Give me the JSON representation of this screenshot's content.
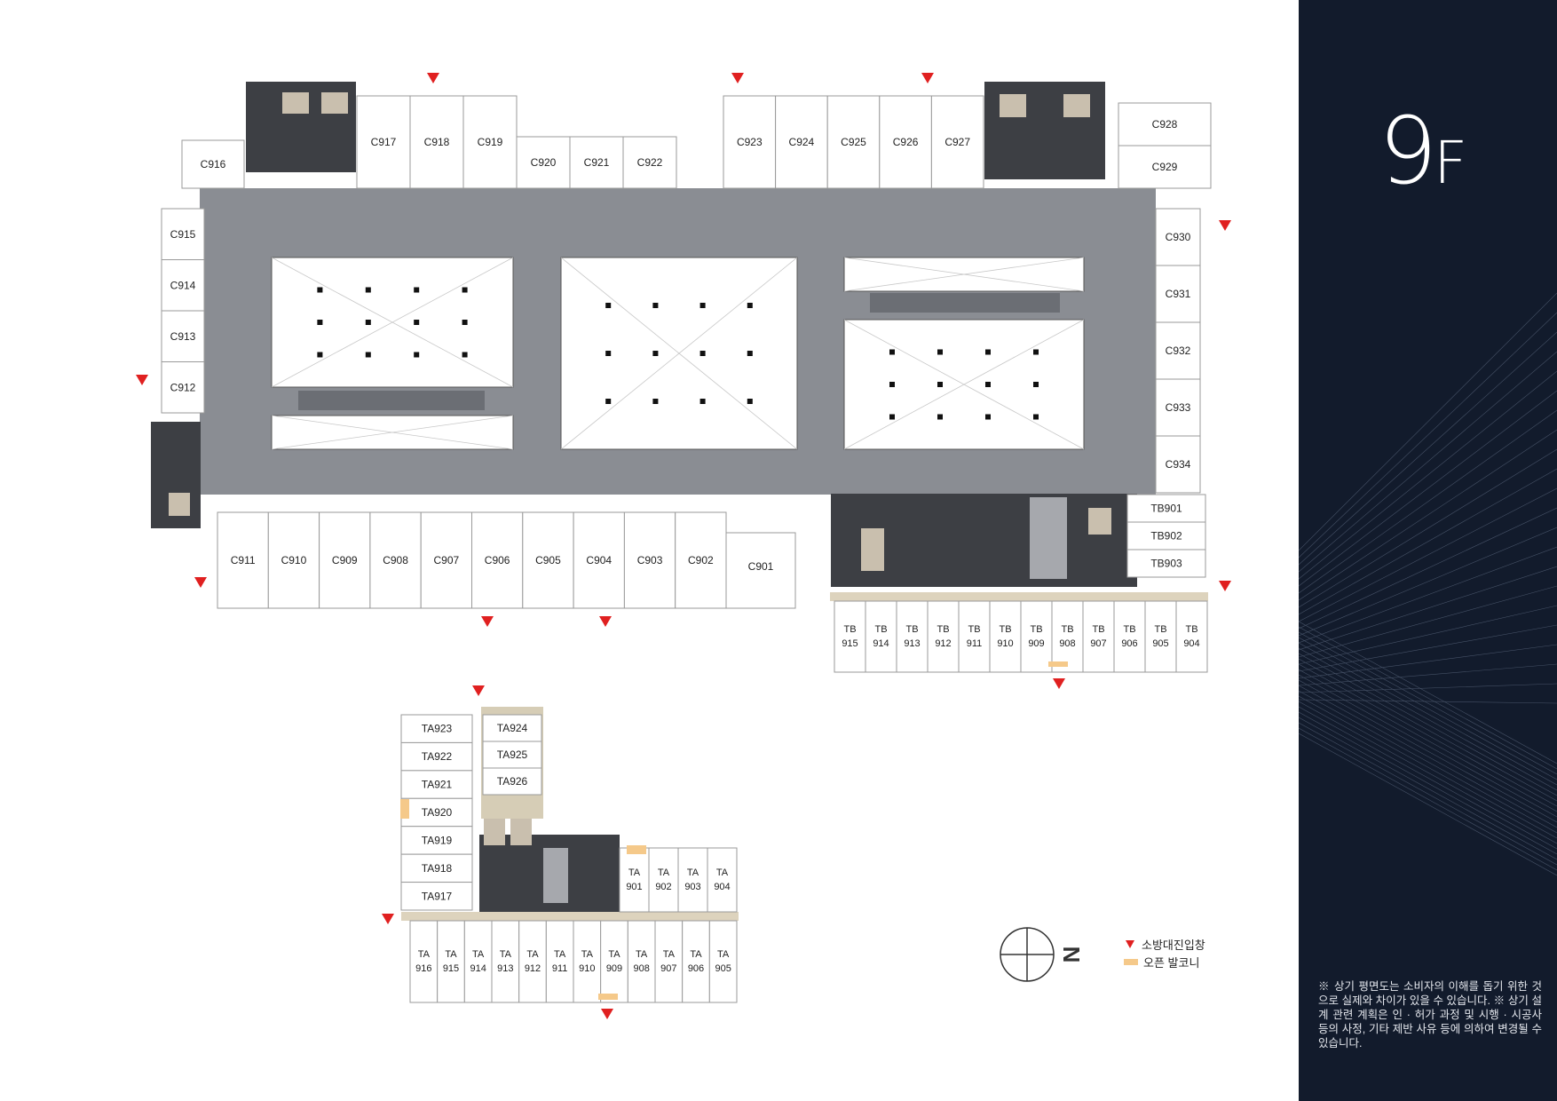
{
  "floor": {
    "number": "9",
    "suffix": "F"
  },
  "legend": {
    "fire_entry_window": "소방대진입창",
    "open_balcony": "오픈 발코니"
  },
  "disclaimer": "※ 상기 평면도는 소비자의 이해를 돕기 위한 것으로 실제와 차이가 있을 수 있습니다. ※ 상기 설계 관련 계획은 인 · 허가 과정 및 시행 · 시공사 등의 사정, 기타 제반 사유 등에 의하여 변경될 수 있습니다.",
  "compass": {
    "north_label": "N"
  },
  "colors": {
    "panel": "#121b2c",
    "corridor": "#8a8d93",
    "core": "#3d3f44",
    "arrow": "#e02020",
    "balcony": "#f5c98a"
  },
  "units": {
    "c_top_left": [
      "C917",
      "C918",
      "C919"
    ],
    "c_top_mid": [
      "C920",
      "C921",
      "C922"
    ],
    "c_top_right": [
      "C923",
      "C924",
      "C925",
      "C926",
      "C927"
    ],
    "c_corner": "C916",
    "c_right_top": [
      "C928",
      "C929"
    ],
    "c_left": [
      "C915",
      "C914",
      "C913",
      "C912"
    ],
    "c_right": [
      "C930",
      "C931",
      "C932",
      "C933",
      "C934"
    ],
    "c_bottom": [
      "C911",
      "C910",
      "C909",
      "C908",
      "C907",
      "C906",
      "C905",
      "C904",
      "C903",
      "C902"
    ],
    "c_large": "C901",
    "tb_side": [
      "TB901",
      "TB902",
      "TB903"
    ],
    "tb_bottom": [
      [
        "TB",
        "915"
      ],
      [
        "TB",
        "914"
      ],
      [
        "TB",
        "913"
      ],
      [
        "TB",
        "912"
      ],
      [
        "TB",
        "911"
      ],
      [
        "TB",
        "910"
      ],
      [
        "TB",
        "909"
      ],
      [
        "TB",
        "908"
      ],
      [
        "TB",
        "907"
      ],
      [
        "TB",
        "906"
      ],
      [
        "TB",
        "905"
      ],
      [
        "TB",
        "904"
      ]
    ],
    "ta_left": [
      "TA923",
      "TA922",
      "TA921",
      "TA920",
      "TA919",
      "TA918",
      "TA917"
    ],
    "ta_mid": [
      "TA924",
      "TA925",
      "TA926"
    ],
    "ta_right": [
      [
        "TA",
        "901"
      ],
      [
        "TA",
        "902"
      ],
      [
        "TA",
        "903"
      ],
      [
        "TA",
        "904"
      ]
    ],
    "ta_bottom": [
      [
        "TA",
        "916"
      ],
      [
        "TA",
        "915"
      ],
      [
        "TA",
        "914"
      ],
      [
        "TA",
        "913"
      ],
      [
        "TA",
        "912"
      ],
      [
        "TA",
        "911"
      ],
      [
        "TA",
        "910"
      ],
      [
        "TA",
        "909"
      ],
      [
        "TA",
        "908"
      ],
      [
        "TA",
        "907"
      ],
      [
        "TA",
        "906"
      ],
      [
        "TA",
        "905"
      ]
    ]
  }
}
